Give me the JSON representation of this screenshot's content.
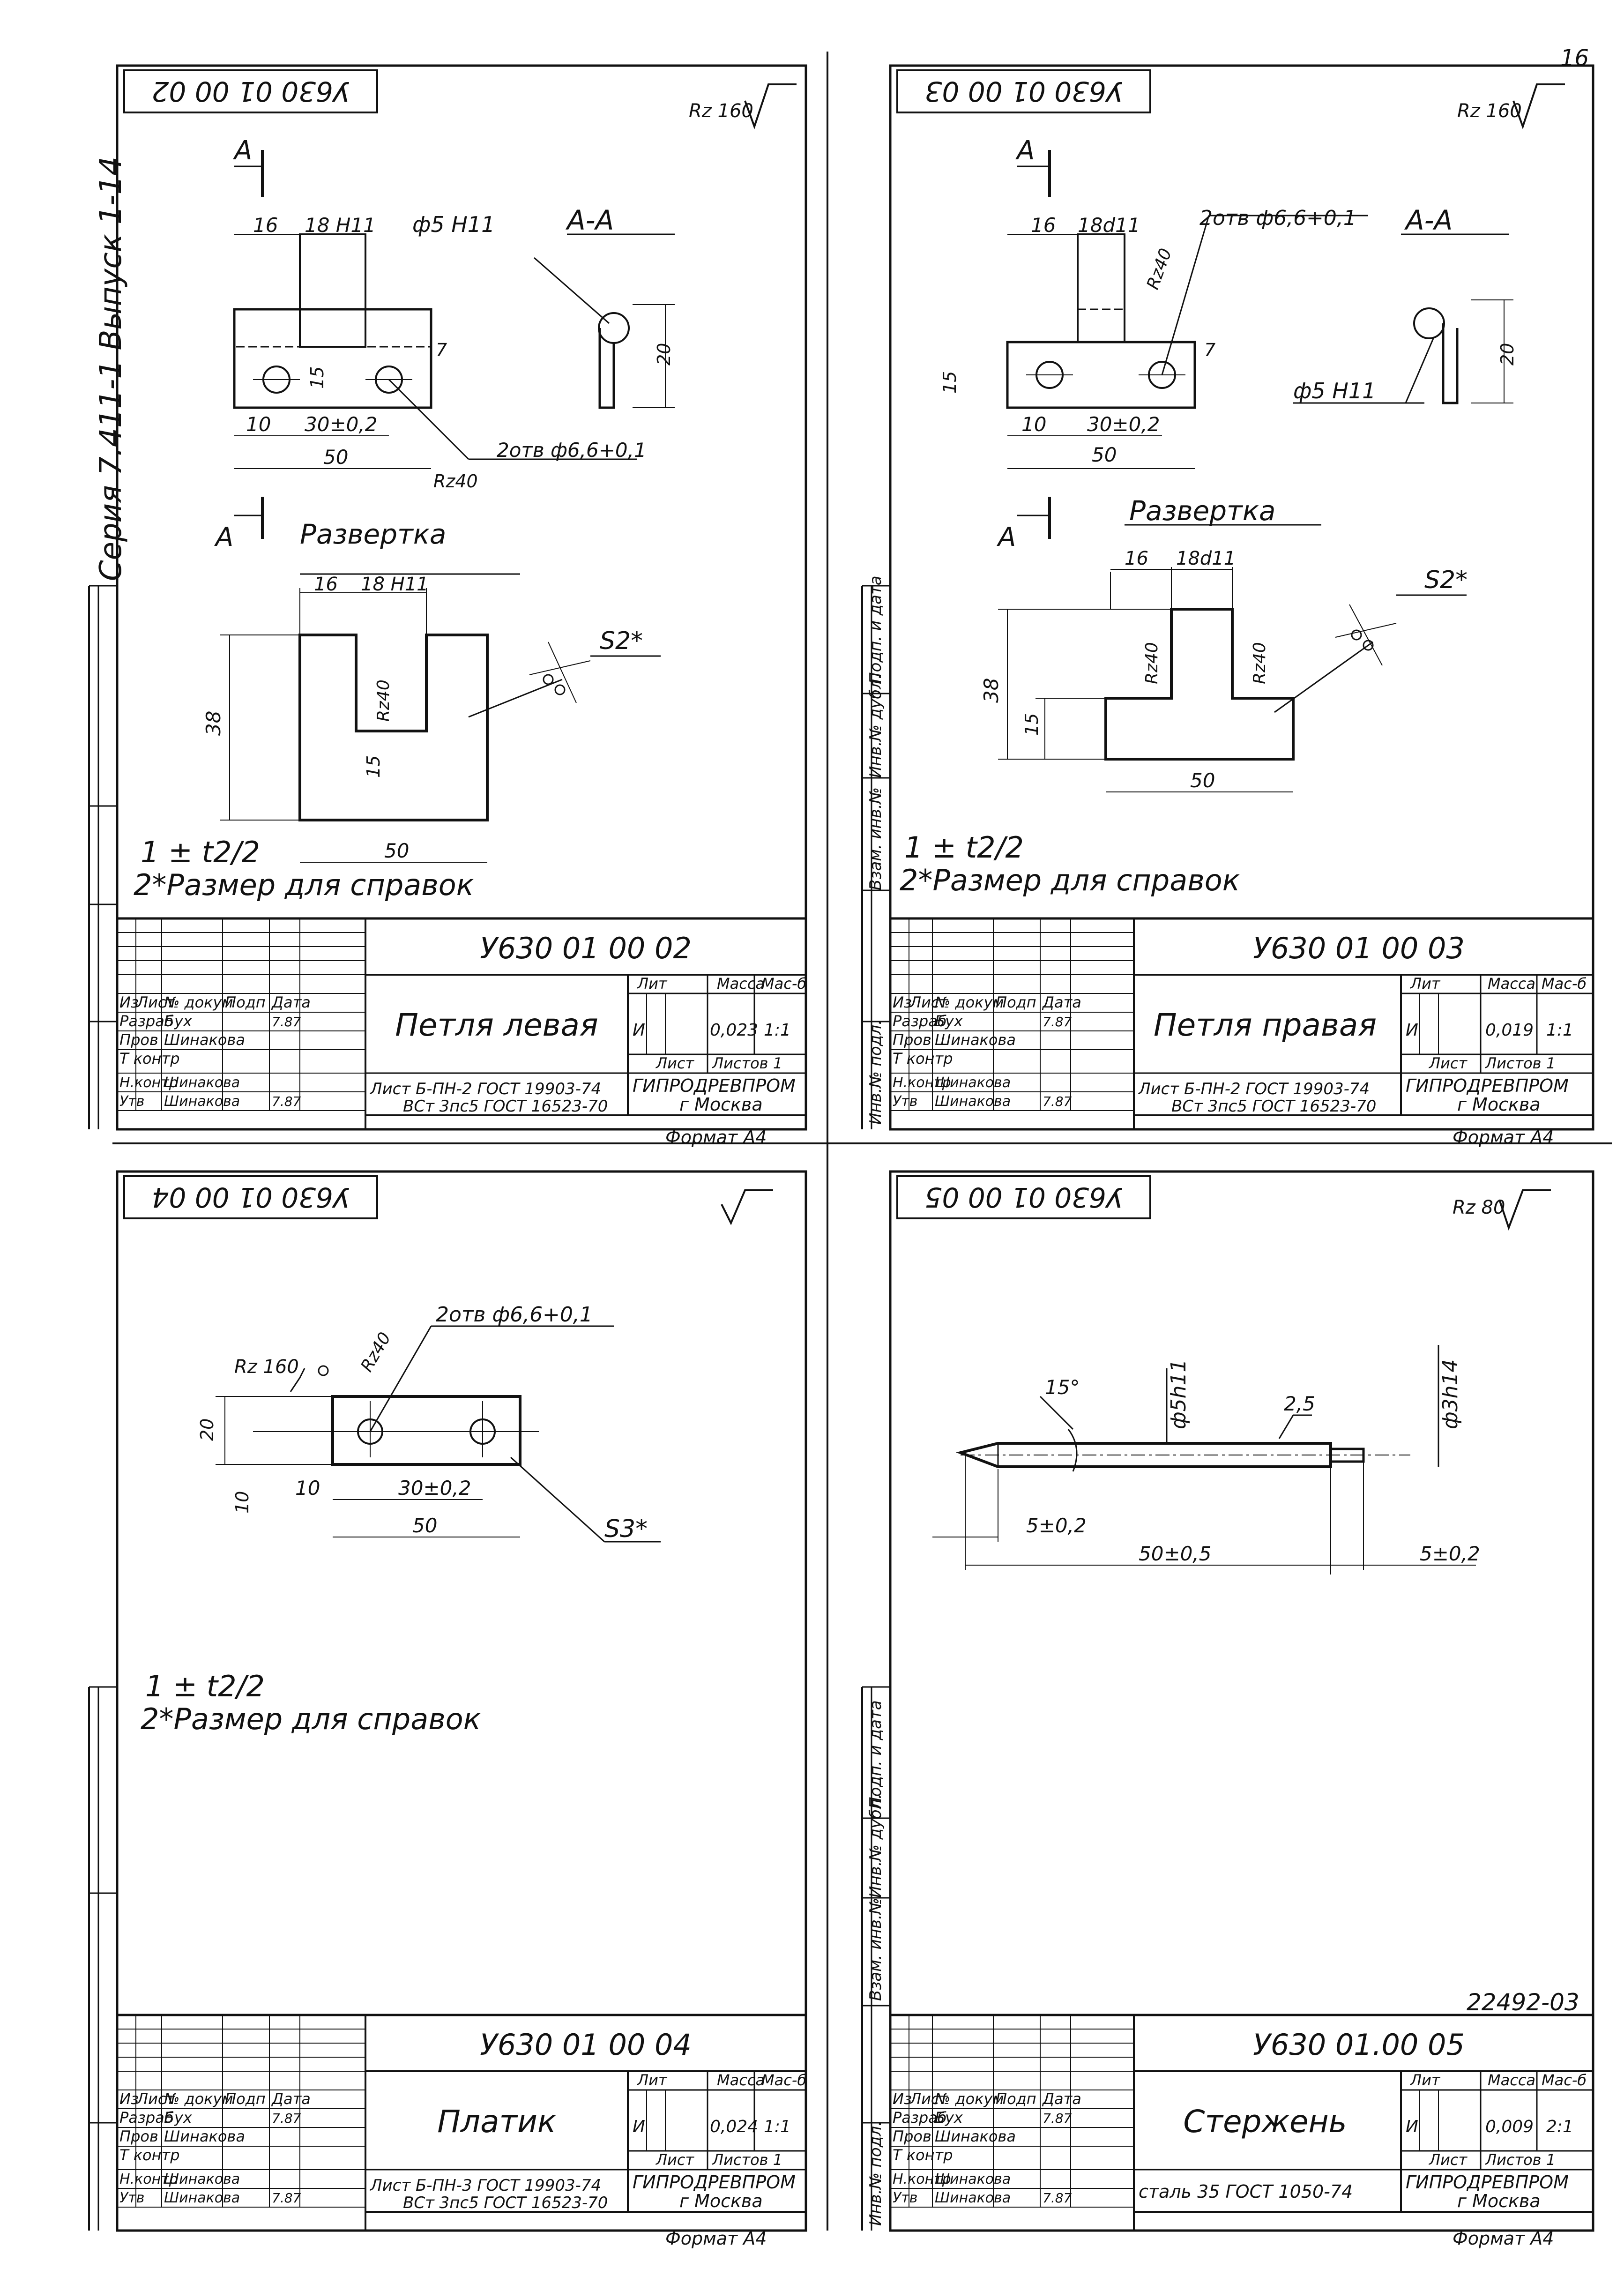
{
  "page_number": "16",
  "series_vertical": "Серия 7.411-1   Выпуск 1-14",
  "side_labels": {
    "podp": "Подп. и дата",
    "vzam": "Взам. инв.№",
    "invdub": "Инв.№ дубл.",
    "invpodl": "Инв.№ подл."
  },
  "title_block_labels": {
    "izm": "Из",
    "list": "Лист",
    "ndok": "№ докум",
    "podp": "Подп",
    "data": "Дата",
    "razrab": "Разраб",
    "prov": "Пров",
    "tkontr": "Т контр",
    "nkontr": "Н.контр",
    "utv": "Утв",
    "lit": "Лит",
    "massa": "Масса",
    "masshtab": "Мас-б",
    "sheet": "Лист",
    "sheets": "Листов 1",
    "org1": "ГИПРОДРЕВПРОМ",
    "org2": "г Москва",
    "format": "Формат А4",
    "lit_value": "И"
  },
  "people": {
    "razrab": "Бух",
    "prov": "Шинакова",
    "nkontr": "Шинакова",
    "utv": "Шинакова",
    "date1": "7.87",
    "date2": "7.87"
  },
  "sheets": [
    {
      "code": "У630 01 00 02",
      "code_mirrored": "У630 01 00 02",
      "name": "Петля левая",
      "mass": "0,023",
      "scale": "1:1",
      "material_1": "Лист Б-ПН-2 ГОСТ 19903-74",
      "material_2": "ВСт 3пс5 ГОСТ 16523-70",
      "roughness": "Rz 160",
      "dims": {
        "d16": "16",
        "d18": "18 H11",
        "hole": "ф5 H11",
        "section": "А-А",
        "d20": "20",
        "d7": "7",
        "d15": "15",
        "d10": "10",
        "d30": "30±0,2",
        "d50": "50",
        "holes2": "2отв ф6,6+0,1",
        "rz40": "Rz40",
        "cutA": "А",
        "razv": "Развертка",
        "d38": "38",
        "rz40b": "Rz40",
        "s2": "S2*",
        "note1": "1 ± t2/2",
        "note2": "2*Размер для справок"
      }
    },
    {
      "code": "У630 01 00 03",
      "code_mirrored": "У630 01 00 03",
      "name": "Петля правая",
      "mass": "0,019",
      "scale": "1:1",
      "material_1": "Лист Б-ПН-2 ГОСТ 19903-74",
      "material_2": "ВСт 3пс5 ГОСТ 16523-70",
      "roughness": "Rz 160",
      "dims": {
        "d16": "16",
        "d18": "18d11",
        "holes2": "2отв ф6,6+0,1",
        "section": "А-А",
        "rz40": "Rz40",
        "d7": "7",
        "d20": "20",
        "d15": "15",
        "hole": "ф5 H11",
        "d10": "10",
        "d30": "30±0,2",
        "d50": "50",
        "cutA": "А",
        "razv": "Развертка",
        "s2": "S2*",
        "d38": "38",
        "rz40b": "Rz40",
        "note1": "1 ± t2/2",
        "note2": "2*Размер для справок"
      }
    },
    {
      "code": "У630 01 00 04",
      "code_mirrored": "У630 01 00 04",
      "name": "Платик",
      "mass": "0,024",
      "scale": "1:1",
      "material_1": "Лист Б-ПН-3 ГОСТ 19903-74",
      "material_2": "ВСт 3пс5 ГОСТ 16523-70",
      "roughness": "",
      "dims": {
        "holes2": "2отв ф6,6+0,1",
        "rz40": "Rz40",
        "rz160": "Rz 160",
        "d20": "20",
        "d10a": "10",
        "d10": "10",
        "d30": "30±0,2",
        "d50": "50",
        "s3": "S3*",
        "note1": "1 ± t2/2",
        "note2": "2*Размер для справок"
      }
    },
    {
      "code": "У630 01.00 05",
      "code_mirrored": "У630 01 00 05",
      "name": "Стержень",
      "mass": "0,009",
      "scale": "2:1",
      "material_1": "сталь 35 ГОСТ 1050-74",
      "material_2": "",
      "roughness": "Rz 80",
      "archive_no": "22492-03",
      "dims": {
        "angle": "15°",
        "d5": "ф5h11",
        "chamfer": "2,5",
        "d3": "ф3h14",
        "d5p": "5±0,2",
        "d50": "50±0,5",
        "d5r": "5±0,2"
      }
    }
  ]
}
